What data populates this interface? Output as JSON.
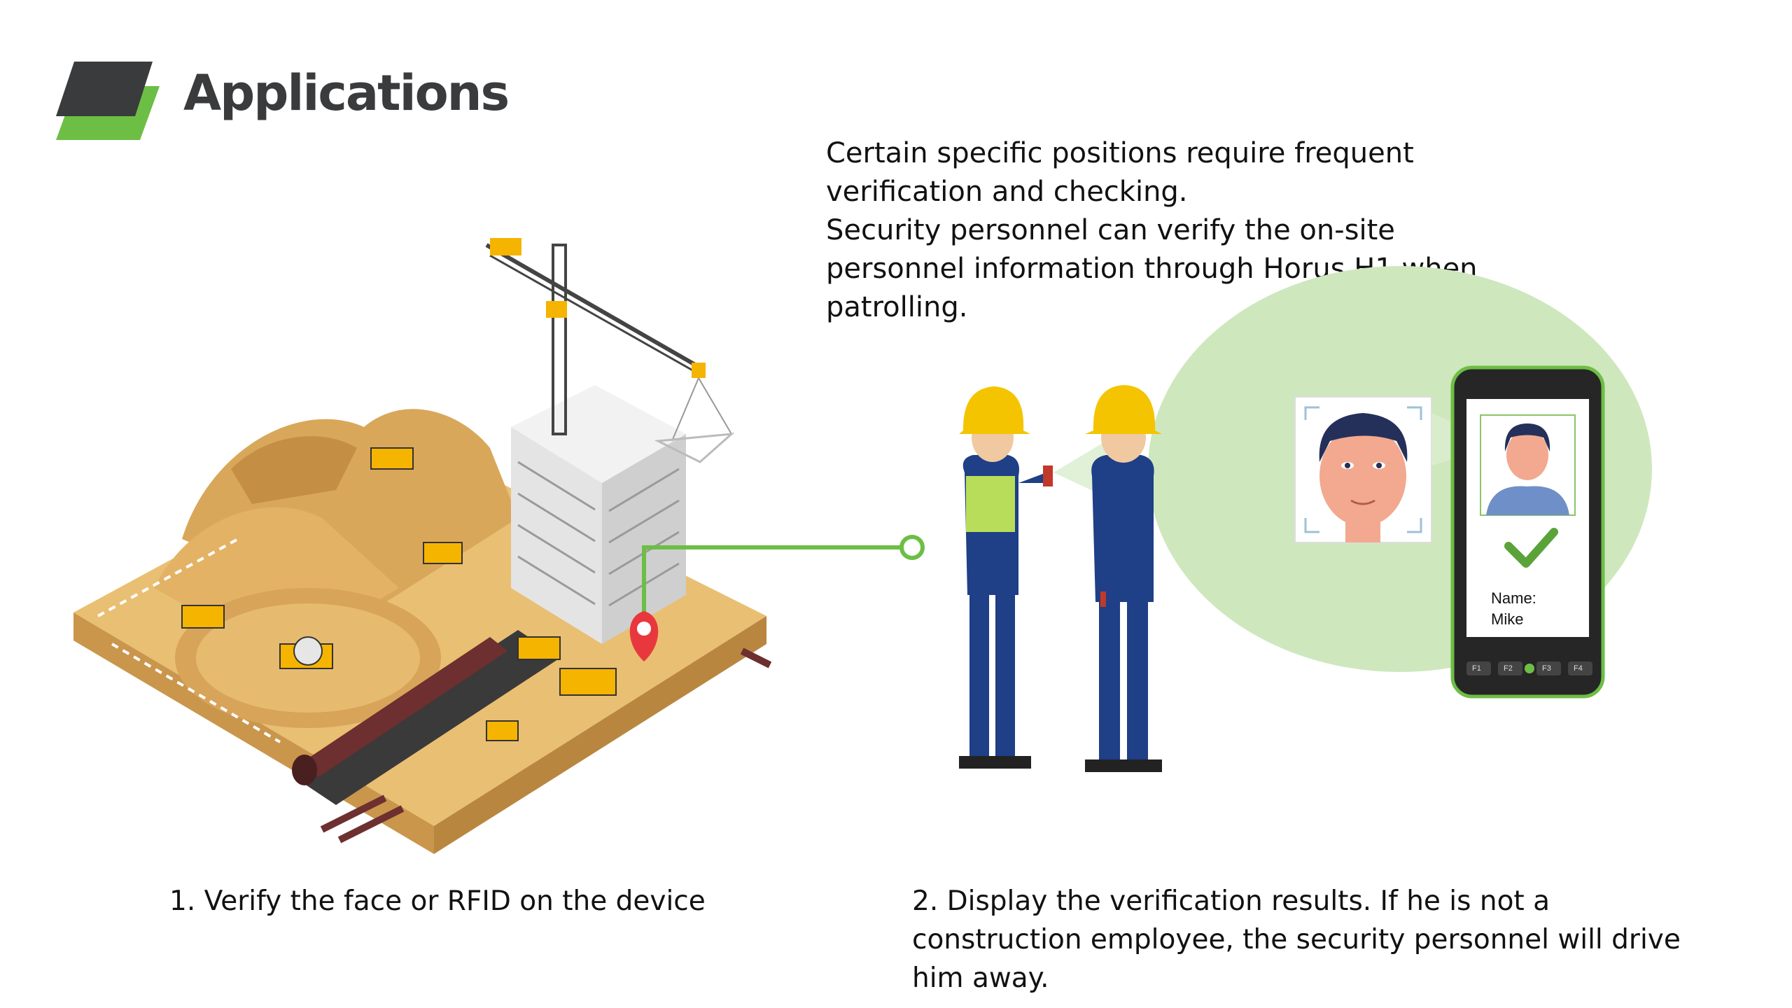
{
  "header": {
    "title": "Applications"
  },
  "intro": {
    "line1": "Certain specific positions require frequent verification and checking.",
    "line2": "Security personnel can verify the on-site personnel information through Horus H1 when patrolling."
  },
  "captions": {
    "step1": "1. Verify the face or RFID on the device",
    "step2": "2. Display the verification results. If he is not a construction employee, the security personnel will drive him away."
  },
  "device": {
    "name_label": "Name:",
    "name_value": "Mike",
    "keys": [
      "F1",
      "F2",
      "F3",
      "F4"
    ]
  },
  "colors": {
    "accent_green": "#6dbe45",
    "dark_gray": "#3a3b3d",
    "bubble_green": "#cfe7bd",
    "sand": "#e2b56b"
  }
}
